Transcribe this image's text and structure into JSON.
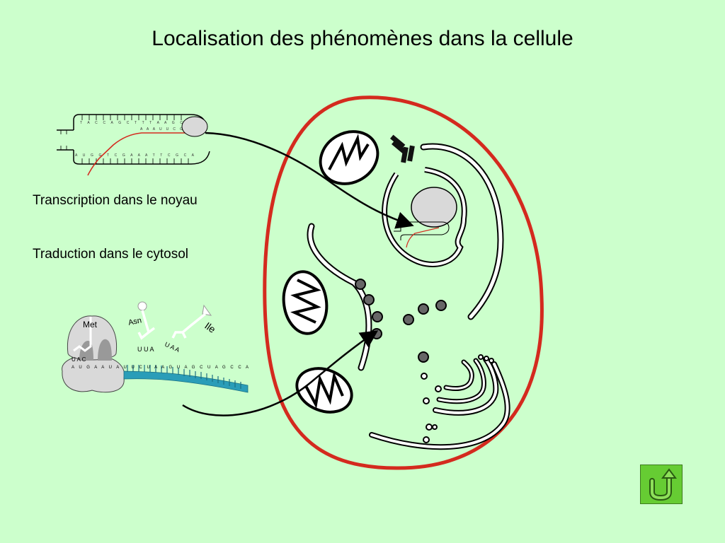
{
  "title": "Localisation des phénomènes dans la cellule",
  "captions": {
    "transcription": "Transcription dans le noyau",
    "traduction": "Traduction dans le cytosol"
  },
  "ribosome": {
    "amino_acid_met": "Met",
    "amino_acid_asn": "Asn",
    "amino_acid_ile": "Ile",
    "anticodon_met": "U A C",
    "anticodon_asn": "U U A",
    "anticodon_ile": "U A A",
    "mrna_sequence": "A U G A A U A U U C U A A G U A G C U A G C C A"
  },
  "dna": {
    "top_strand": "T A C C A G C T T T A A G C",
    "bottom_strand": "A U G G T C G A A A T T C G C A",
    "rna_strand": "A A A U U C G"
  },
  "colors": {
    "background": "#ccffcc",
    "membrane": "#d42a1e",
    "rna": "#d42a1e",
    "mrna": "#2a9db8",
    "button": "#66cc33"
  },
  "icons": {
    "back_button": "u-turn-arrow-icon"
  }
}
